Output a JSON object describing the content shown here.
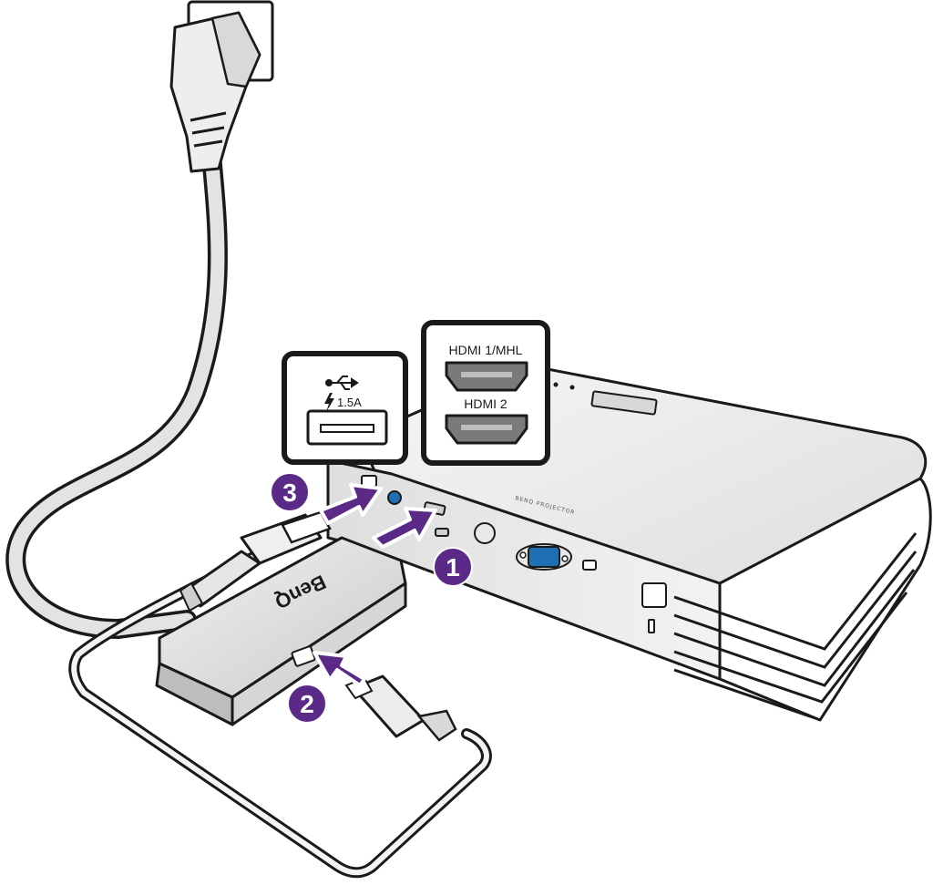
{
  "callouts": {
    "usb": {
      "power_label": "1.5A"
    },
    "hdmi": {
      "port1_label": "HDMI 1/MHL",
      "port2_label": "HDMI 2"
    }
  },
  "steps": [
    "1",
    "2",
    "3"
  ],
  "dongle": {
    "brand": "BenQ"
  },
  "projector": {
    "brand_text": "BENQ PROJECTOR"
  },
  "colors": {
    "step_purple": "#5b2a86",
    "arrow_purple": "#5b2a86",
    "vga_blue": "#1f6fb5",
    "outline": "#1a1a1a",
    "body_light": "#ebebeb"
  },
  "icons": [
    "usb-icon",
    "lightning-icon",
    "hdmi-port-icon",
    "power-plug-icon",
    "wall-socket-icon",
    "vga-port-icon"
  ]
}
